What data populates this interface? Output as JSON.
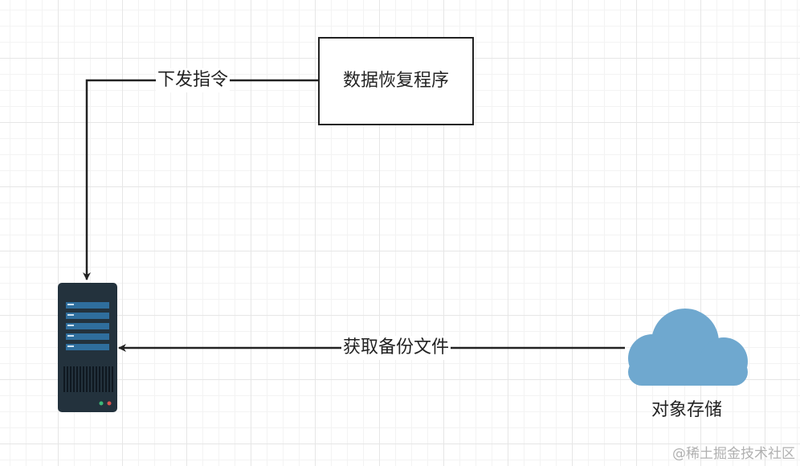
{
  "nodes": {
    "recovery_program": {
      "label": "数据恢复程序"
    },
    "object_storage": {
      "label": "对象存储"
    }
  },
  "edges": {
    "issue_command": {
      "label": "下发指令"
    },
    "fetch_backup": {
      "label": "获取备份文件"
    }
  },
  "watermark": "@稀土掘金技术社区",
  "icons": {
    "server": "server-icon",
    "cloud": "cloud-icon"
  },
  "colors": {
    "line": "#222222",
    "server_body": "#23323d",
    "server_slot": "#2f6e9d",
    "cloud": "#6fa8cf",
    "led_green": "#3cb878",
    "led_red": "#d9534f"
  }
}
